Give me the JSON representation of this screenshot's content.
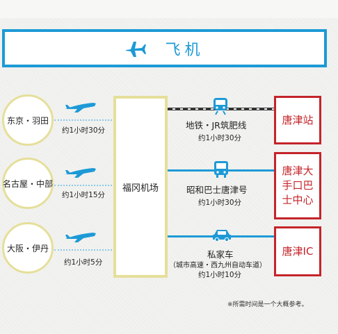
{
  "header": {
    "title": "飞机",
    "icon": "airplane-icon",
    "accent": "#1d9ad6"
  },
  "origins": [
    {
      "name": "东京・羽田",
      "duration": "约1小时30分"
    },
    {
      "name": "名古屋・中部",
      "duration": "约1小时15分"
    },
    {
      "name": "大阪・伊丹",
      "duration": "约1小时5分"
    }
  ],
  "airport": {
    "name": "福冈机场"
  },
  "routes": [
    {
      "name": "地铁・JR筑肥线",
      "duration": "约1小时30分",
      "icon": "train-icon"
    },
    {
      "name": "昭和巴士唐津号",
      "duration": "约1小时30分",
      "icon": "bus-icon"
    },
    {
      "name": "私家车",
      "sub": "（城市高速・西九州自动车道）",
      "duration": "约1小时10分",
      "icon": "car-icon"
    }
  ],
  "destinations": [
    {
      "name": "唐津站"
    },
    {
      "name": "唐津大手口巴士中心"
    },
    {
      "name": "唐津IC"
    }
  ],
  "note": "※所需时间是一个大概参考。",
  "colors": {
    "blue": "#1d9ad6",
    "red": "#c4242a",
    "yellow": "#e5df9a"
  }
}
